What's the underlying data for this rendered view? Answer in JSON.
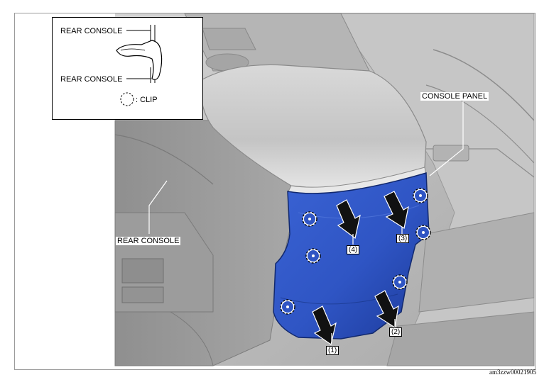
{
  "labels": {
    "console_panel": "CONSOLE PANEL",
    "rear_console": "REAR CONSOLE"
  },
  "inset": {
    "top_label": "REAR CONSOLE",
    "bottom_label": "REAR CONSOLE",
    "clip_legend": ": CLIP"
  },
  "steps": [
    "(1)",
    "(2)",
    "(3)",
    "(4)"
  ],
  "document_id": "am3zzw00021905",
  "colors": {
    "panel_blue": "#2f55c4",
    "panel_dark": "#1c3a9a",
    "interior_gray": "#bdbdbd",
    "armrest_gray": "#d2d2d2"
  }
}
